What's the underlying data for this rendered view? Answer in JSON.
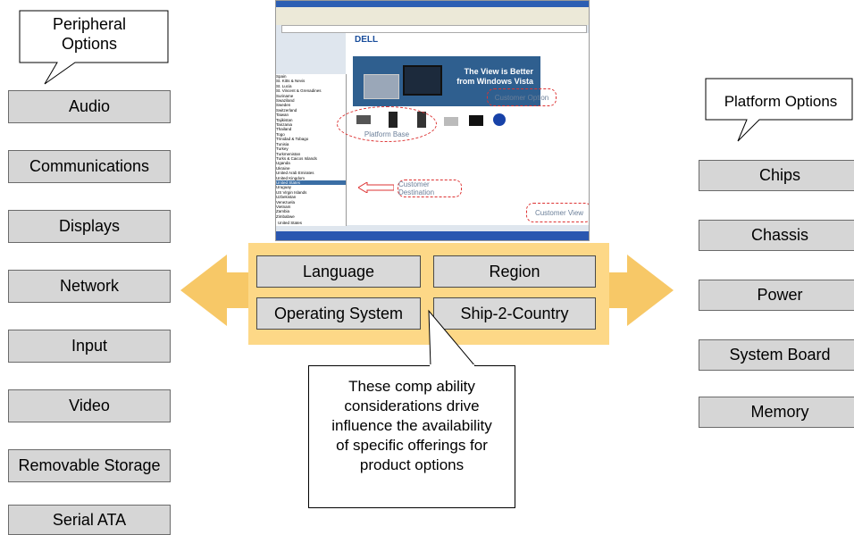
{
  "peripheral": {
    "title": "Peripheral Options",
    "items": [
      "Audio",
      "Communications",
      "Displays",
      "Network",
      "Input",
      "Video",
      "Removable Storage",
      "Serial ATA"
    ]
  },
  "platform": {
    "title": "Platform Options",
    "items": [
      "Chips",
      "Chassis",
      "Power",
      "System Board",
      "Memory"
    ]
  },
  "compatibility": {
    "language": "Language",
    "region": "Region",
    "os": "Operating System",
    "ship": "Ship-2-Country"
  },
  "note": "These comp ability considerations drive influence the availability of specific offerings for product options",
  "screenshot": {
    "brand": "DELL",
    "hero_line1": "The View is Better",
    "hero_line2": "from Windows Vista",
    "customer_option": "Customer Option",
    "platform_base": "Platform Base",
    "customer_destination": "Customer Destination",
    "customer_view": "Customer View",
    "countries": [
      "Spain",
      "St. Kitts & Nevis",
      "St. Lucia",
      "St. Vincent & Grenadines",
      "Suriname",
      "Swaziland",
      "Sweden",
      "Switzerland",
      "Taiwan",
      "Tajikistan",
      "Tanzania",
      "Thailand",
      "Togo",
      "Trinidad & Tobago",
      "Tunisia",
      "Turkey",
      "Turkmenistan",
      "Turks & Caicos Islands",
      "Uganda",
      "Ukraine",
      "United Arab Emirates",
      "United Kingdom",
      "United States",
      "Uruguay",
      "US Virgin Islands",
      "Uzbekistan",
      "Venezuela",
      "Vietnam",
      "Zambia",
      "Zimbabwe"
    ],
    "country_bottom": "United States"
  },
  "colors": {
    "box_fill": "#d6d6d6",
    "arrow": "#f7c867",
    "banner": "#fdd887",
    "annotation": "#dd3333"
  }
}
